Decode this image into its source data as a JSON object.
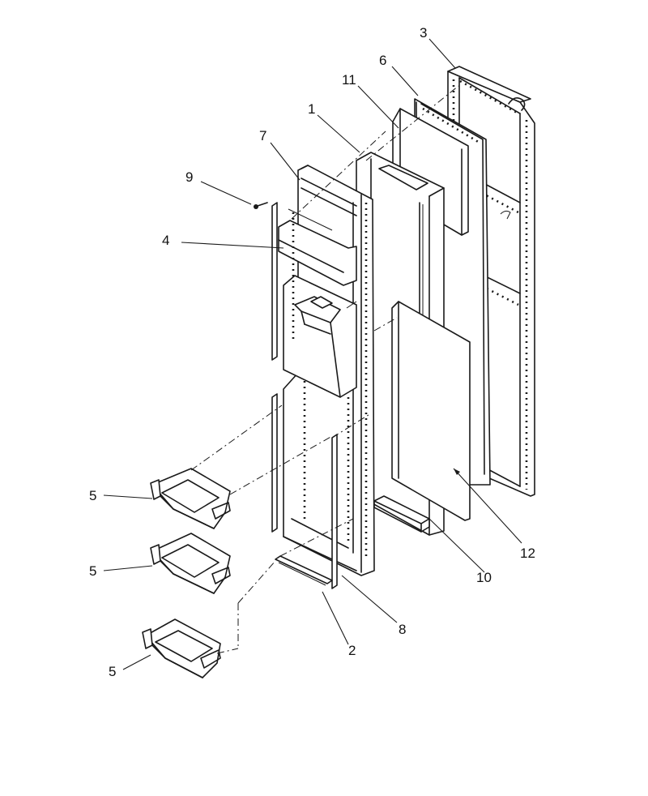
{
  "callouts": [
    {
      "id": "c1",
      "label": "1"
    },
    {
      "id": "c2",
      "label": "2"
    },
    {
      "id": "c3",
      "label": "3"
    },
    {
      "id": "c4",
      "label": "4"
    },
    {
      "id": "c5a",
      "label": "5"
    },
    {
      "id": "c5b",
      "label": "5"
    },
    {
      "id": "c5c",
      "label": "5"
    },
    {
      "id": "c6",
      "label": "6"
    },
    {
      "id": "c7",
      "label": "7"
    },
    {
      "id": "c8",
      "label": "8"
    },
    {
      "id": "c9",
      "label": "9"
    },
    {
      "id": "c10",
      "label": "10"
    },
    {
      "id": "c11",
      "label": "11"
    },
    {
      "id": "c12",
      "label": "12"
    }
  ]
}
